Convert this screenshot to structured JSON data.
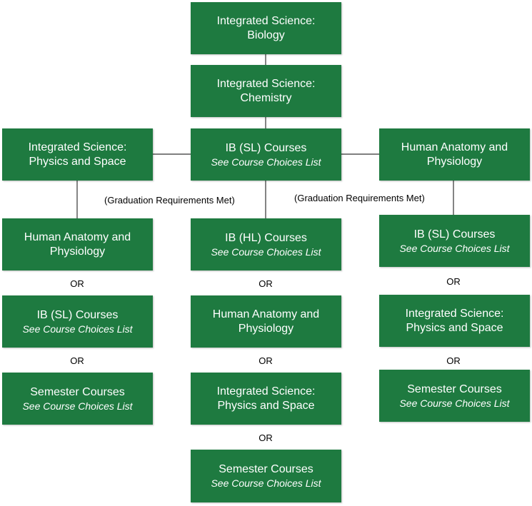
{
  "nodes": {
    "bio": {
      "title": "Integrated Science:\nBiology"
    },
    "chem": {
      "title": "Integrated Science:\nChemistry"
    },
    "phys_top": {
      "title": "Integrated Science:\nPhysics and Space"
    },
    "ib_sl_center": {
      "title": "IB (SL) Courses",
      "sub": "See Course Choices List"
    },
    "anat_top": {
      "title": "Human Anatomy and\nPhysiology"
    },
    "left_anat": {
      "title": "Human Anatomy and\nPhysiology"
    },
    "left_ib_sl": {
      "title": "IB (SL) Courses",
      "sub": "See Course Choices List"
    },
    "left_semester": {
      "title": "Semester Courses",
      "sub": "See Course Choices List"
    },
    "mid_ib_hl": {
      "title": "IB (HL) Courses",
      "sub": "See Course Choices List"
    },
    "mid_anat": {
      "title": "Human Anatomy and\nPhysiology"
    },
    "mid_phys": {
      "title": "Integrated Science:\nPhysics and Space"
    },
    "mid_semester": {
      "title": "Semester Courses",
      "sub": "See Course Choices List"
    },
    "right_ib_sl": {
      "title": "IB (SL) Courses",
      "sub": "See Course Choices List"
    },
    "right_phys": {
      "title": "Integrated Science:\nPhysics and Space"
    },
    "right_semester": {
      "title": "Semester Courses",
      "sub": "See Course Choices List"
    }
  },
  "labels": {
    "grad_left": "(Graduation Requirements Met)",
    "grad_right": "(Graduation Requirements Met)",
    "or": "OR"
  },
  "colors": {
    "box": "#1e7a40",
    "text": "#ffffff",
    "line": "#333333"
  }
}
